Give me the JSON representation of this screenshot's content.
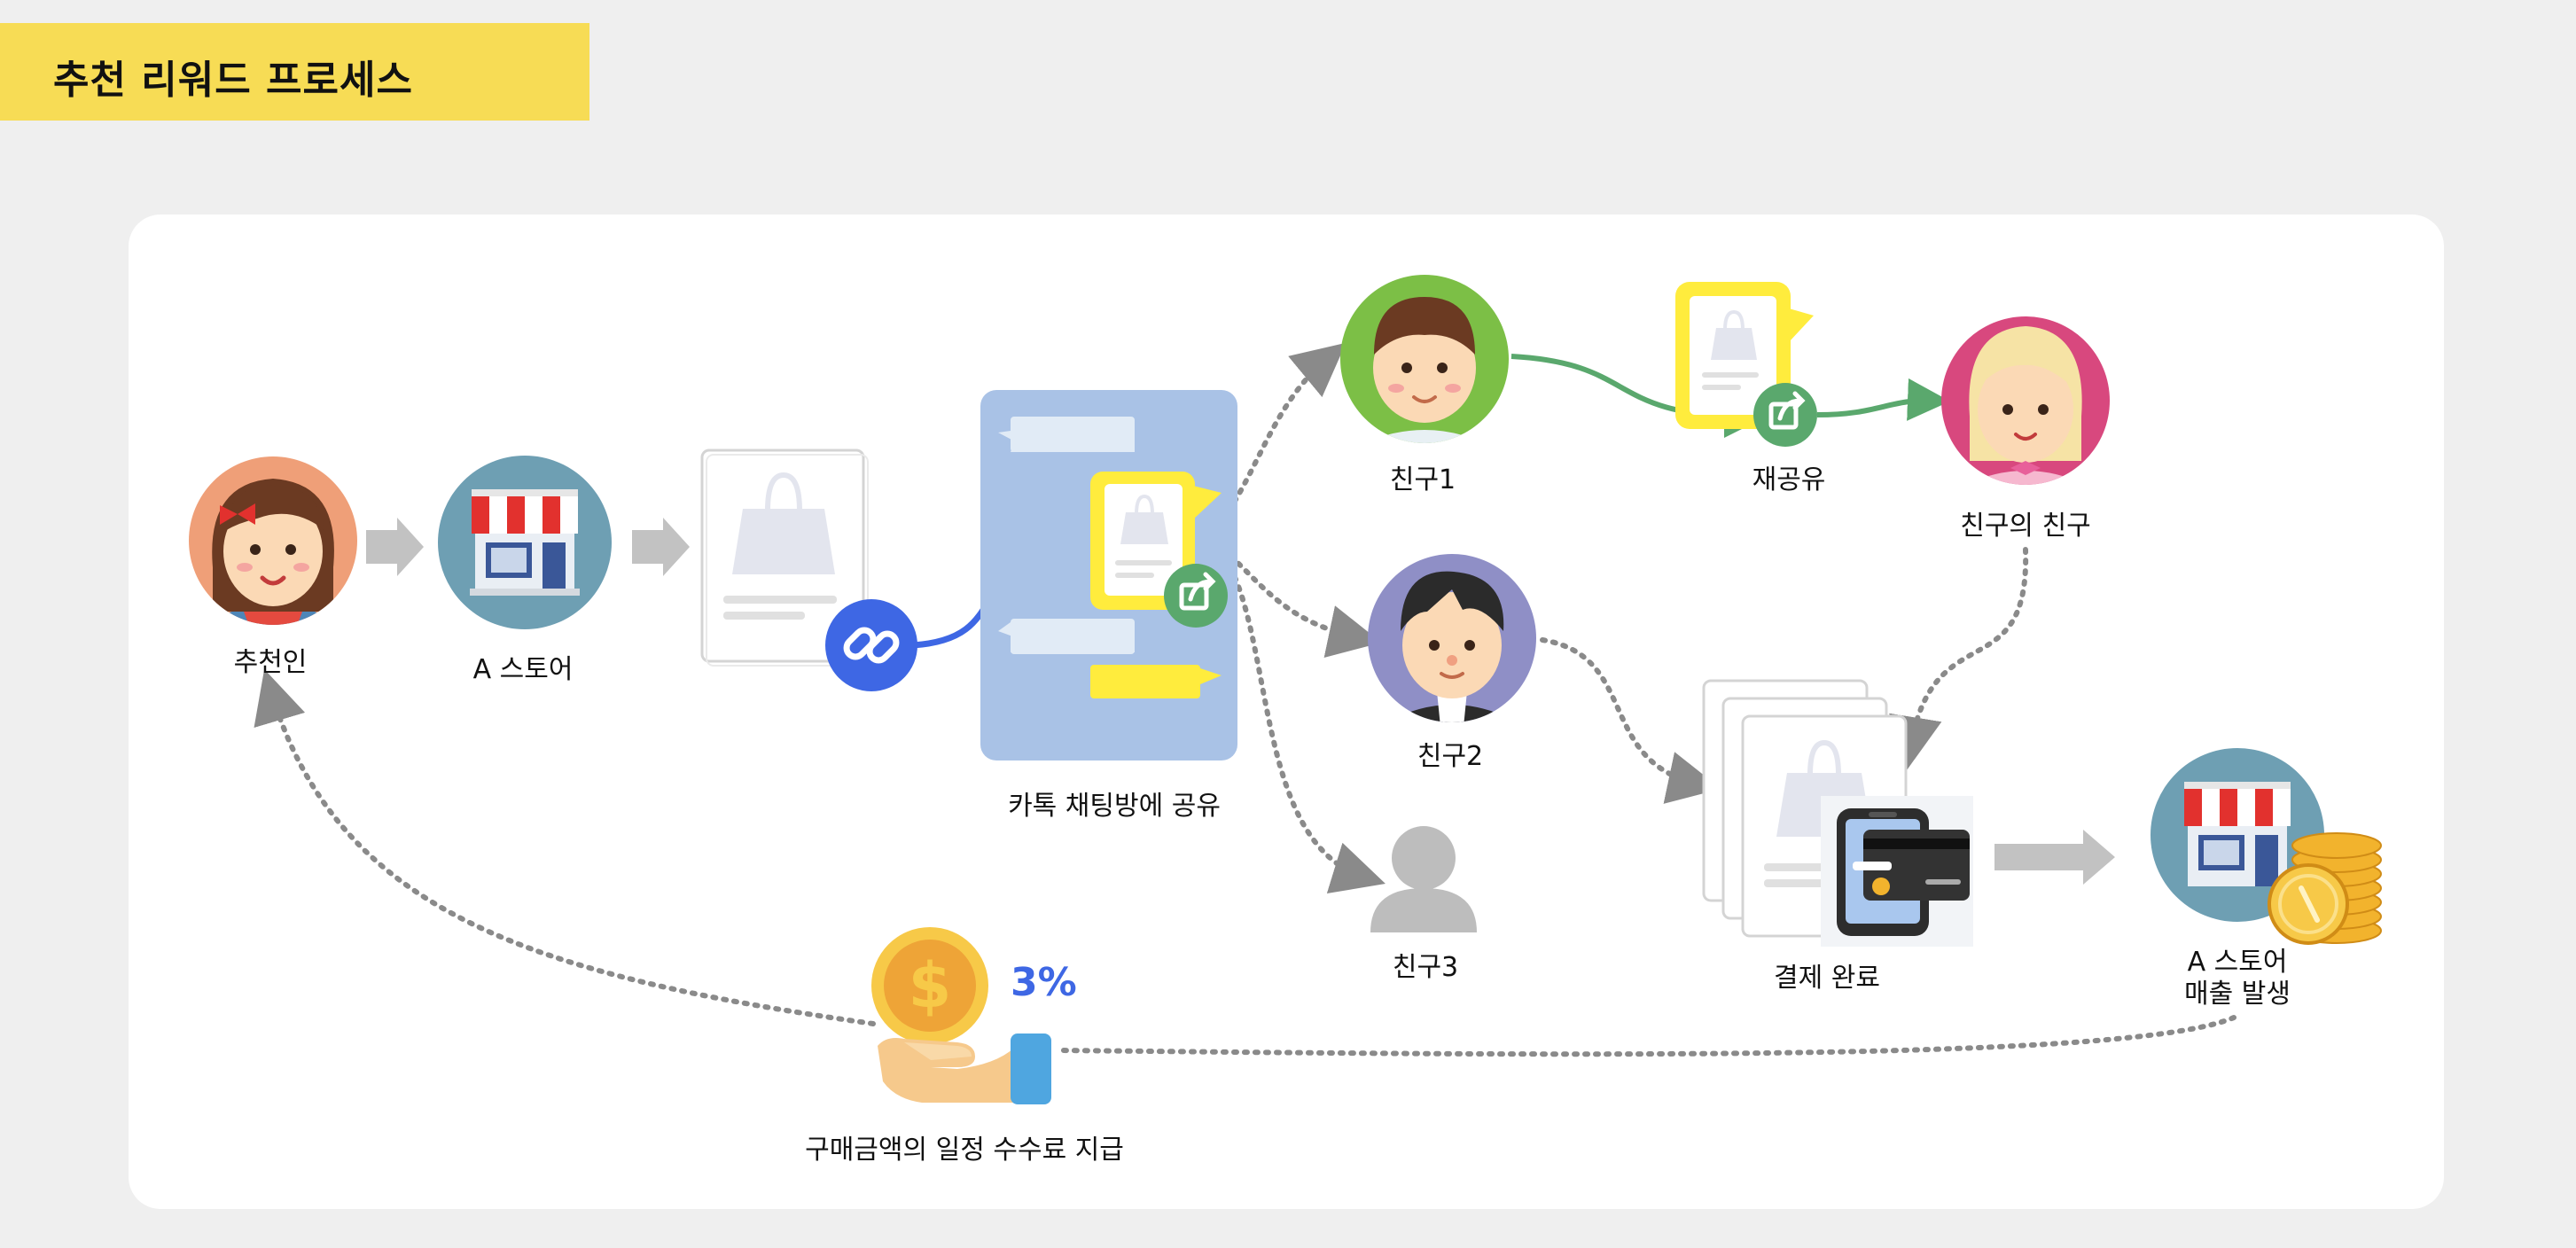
{
  "title": "추천 리워드 프로세스",
  "labels": {
    "recommender": "추천인",
    "store_a": "A 스토어",
    "kakao_share": "카톡 채팅방에 공유",
    "friend1": "친구1",
    "reshare": "재공유",
    "friend_of_friend": "친구의 친구",
    "friend2": "친구2",
    "friend3": "친구3",
    "payment_done": "결제 완료",
    "store_sales_line1": "A 스토어",
    "store_sales_line2": "매출 발생",
    "commission": "구매금액의 일정 수수료 지급",
    "percent": "3%"
  },
  "icons": {
    "recommender": "woman-avatar-icon",
    "store": "storefront-icon",
    "product": "shopping-bag-icon",
    "link": "link-icon",
    "share": "share-icon",
    "friend": "person-avatar-icon",
    "card": "credit-card-icon",
    "coins": "coin-stack-icon",
    "payout": "hand-coin-icon"
  },
  "colors": {
    "title_bg": "#f7dc55",
    "link_blue": "#3e67e4",
    "share_green": "#5aa86d",
    "chat_bg": "#a9c2e6",
    "dotted": "#8a8a8a",
    "arrow_gray": "#c2c2c2"
  }
}
